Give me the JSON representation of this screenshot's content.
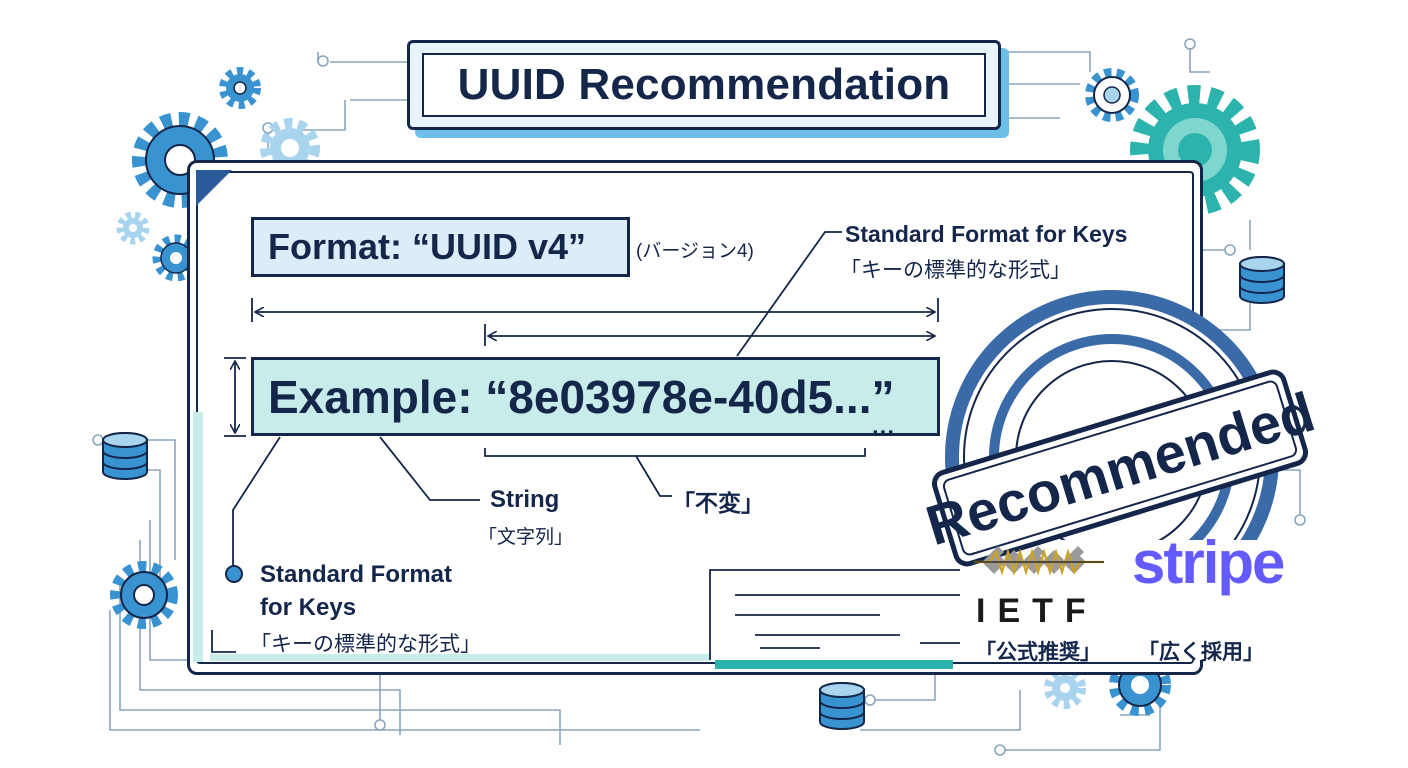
{
  "title": "UUID Recommendation",
  "format": {
    "label": "Format: “UUID v4”",
    "note": "(バージョン4)"
  },
  "example": {
    "label": "Example: “8e03978e-40d5...”",
    "trail": "..."
  },
  "annotations": {
    "top_right": {
      "en": "Standard Format for Keys",
      "ja": "「キーの標準的な形式」"
    },
    "string": {
      "en": "String",
      "ja": "「文字列」"
    },
    "immutable": {
      "ja": "「不変」"
    },
    "bottom_left": {
      "en_line1": "Standard Format",
      "en_line2": "for Keys",
      "ja": "「キーの標準的な形式」"
    }
  },
  "stamp": {
    "text": "Recommended"
  },
  "logos": {
    "ietf": {
      "name": "IETF",
      "caption": "「公式推奨」"
    },
    "stripe": {
      "name": "stripe",
      "caption": "「広く採用」"
    }
  },
  "colors": {
    "navy": "#14264a",
    "blue": "#3a93d1",
    "light_blue": "#a8d4ee",
    "teal": "#2db3ad",
    "format_fill": "#dcecf8",
    "example_fill": "#c8ece9",
    "stripe": "#635bff"
  },
  "icons": [
    "gear-icon",
    "database-icon",
    "circuit-traces"
  ]
}
